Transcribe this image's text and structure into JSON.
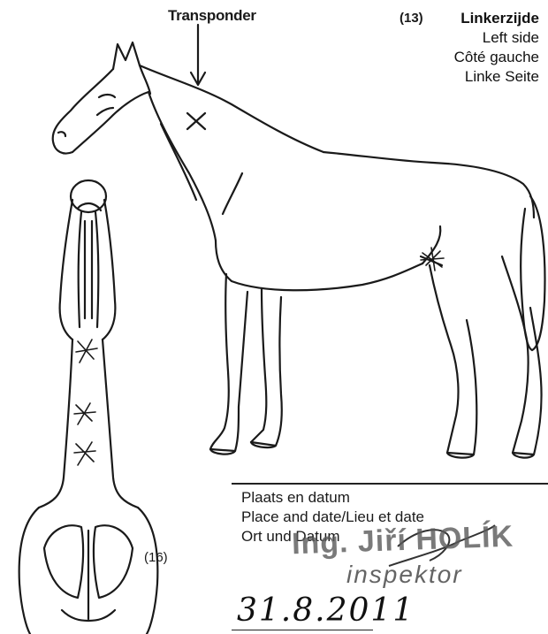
{
  "header": {
    "transponder_label": "Transponder",
    "page_number": "(13)",
    "side_labels": [
      "Linkerzijde",
      "Left side",
      "Côté gauche",
      "Linke Seite"
    ]
  },
  "front_view": {
    "number_label": "(16)"
  },
  "place_date": {
    "lines": [
      "Plaats en datum",
      "Place and date/Lieu et date",
      "Ort und Datum"
    ],
    "stamp_name": "Ing. Jiří HOLÍK",
    "stamp_role": "inspektor",
    "handwritten_date": "31.8.2011"
  },
  "colors": {
    "ink": "#1a1a1a",
    "stamp": "#5a5a5a"
  }
}
